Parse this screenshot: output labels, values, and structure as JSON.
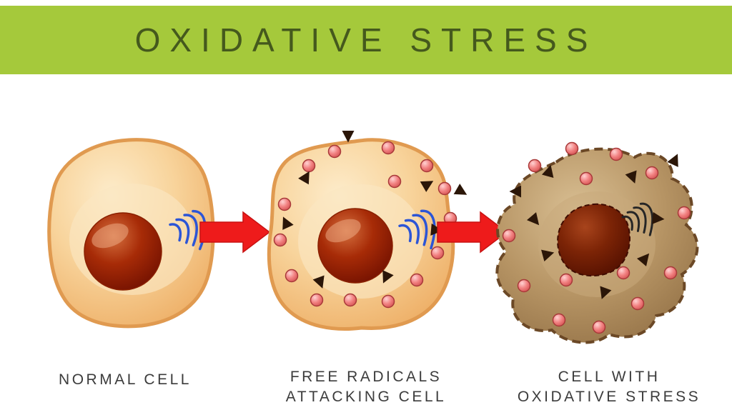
{
  "header": {
    "title": "OXIDATIVE STRESS"
  },
  "stages": {
    "normal": {
      "label": "NORMAL CELL"
    },
    "attacking": {
      "label": "FREE RADICALS\nATTACKING CELL"
    },
    "stressed": {
      "label": "CELL WITH\nOXIDATIVE STRESS"
    }
  },
  "icons": {
    "arrow": "red-right-arrow",
    "free_radical": "pink-sphere",
    "radical_fragment": "dark-triangle",
    "er_lines": "endoplasmic-reticulum-curves"
  },
  "colors": {
    "banner_green": "#a5c93b",
    "title_green": "#45591d",
    "label_gray": "#3c3c3c",
    "arrow_red": "#ee1b1b",
    "cell_body_orange": "#f6cf97",
    "cell_outline_orange": "#e09a50",
    "nucleus_dark_red": "#6f0f00",
    "damaged_cell_brown": "#b79565",
    "damaged_nucleus_brown": "#4f0e00",
    "free_radical_pink": "#f28383",
    "triangle_dark_brown": "#2b1608",
    "er_blue": "#2c55d6"
  }
}
